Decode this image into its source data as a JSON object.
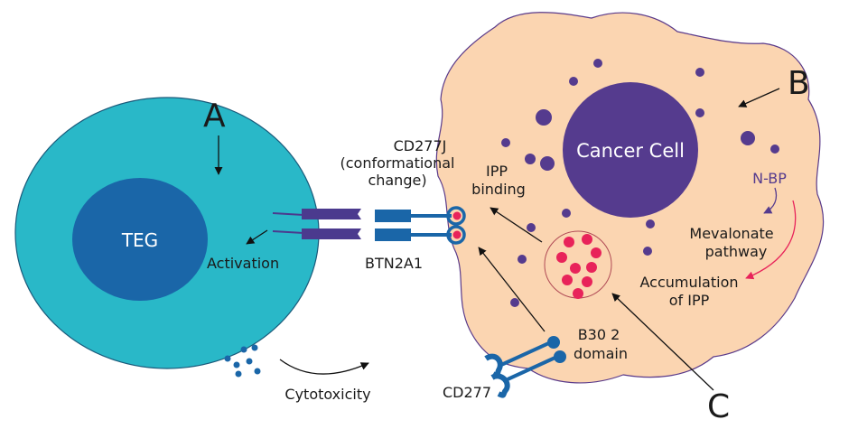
{
  "labels": {
    "a": "A",
    "b": "B",
    "c": "C",
    "teg": "TEG",
    "cancer_cell": "Cancer Cell",
    "activation": "Activation",
    "cd277j_line1": "CD277J",
    "cd277j_line2": "(conformational",
    "cd277j_line3": "change)",
    "ipp_binding_line1": "IPP",
    "ipp_binding_line2": "binding",
    "btn2a1": "BTN2A1",
    "n_bp": "N-BP",
    "mevalonate_line1": "Mevalonate",
    "mevalonate_line2": "pathway",
    "accumulation_line1": "Accumulation",
    "accumulation_line2": "of IPP",
    "b30_line1": "B30 2",
    "b30_line2": "domain",
    "cd277": "CD277",
    "cytotoxicity": "Cytotoxicity"
  },
  "colors": {
    "teg_cell": "#29b8c8",
    "teg_nucleus": "#1a66a8",
    "cancer_cell": "#fbd5b1",
    "cancer_outline": "#5a3a8a",
    "cancer_nucleus": "#553b8e",
    "receptor_purple": "#4b3a8e",
    "receptor_blue": "#1a66a8",
    "ipp_red": "#e8235a",
    "pathway_arrow": "#e8235a"
  }
}
